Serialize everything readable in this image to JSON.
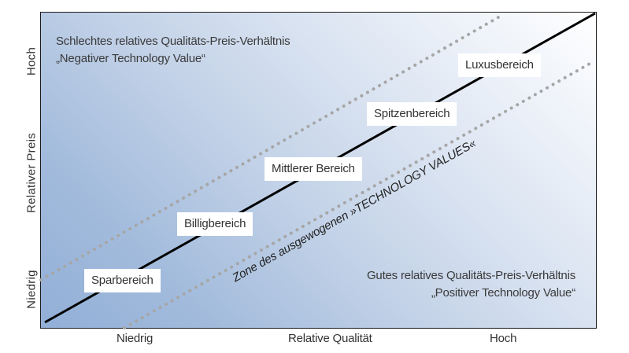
{
  "chart_data": {
    "type": "diagram",
    "title": "",
    "xlabel": "Relative Qualität",
    "ylabel": "Relativer Preis",
    "x_ticks": [
      "Niedrig",
      "Hoch"
    ],
    "y_ticks": [
      "Niedrig",
      "Hoch"
    ],
    "regions": {
      "upper_left": {
        "line1": "Schlechtes relatives Qualitäts-Preis-Verhältnis",
        "line2": "„Negativer Technology Value“"
      },
      "lower_right": {
        "line1": "Gutes relatives Qualitäts-Preis-Verhältnis",
        "line2": "„Positiver Technology Value“"
      }
    },
    "diagonal_segments": [
      "Sparbereich",
      "Billigbereich",
      "Mittlerer Bereich",
      "Spitzenbereich",
      "Luxusbereich"
    ],
    "zone_label": "Zone des ausgewogenen »TECHNOLOGY VALUES«",
    "lines": [
      {
        "name": "balanced-diagonal",
        "style": "solid",
        "color": "#000000"
      },
      {
        "name": "upper-boundary",
        "style": "dotted",
        "color": "#a6a6a6"
      },
      {
        "name": "lower-boundary",
        "style": "dotted",
        "color": "#a6a6a6"
      }
    ]
  },
  "axes": {
    "x": {
      "title": "Relative Qualität",
      "low": "Niedrig",
      "high": "Hoch"
    },
    "y": {
      "title": "Relativer Preis",
      "low": "Niedrig",
      "high": "Hoch"
    }
  },
  "regions": {
    "negative": {
      "line1": "Schlechtes relatives Qualitäts-Preis-Verhältnis",
      "line2": "„Negativer Technology Value“"
    },
    "positive": {
      "line1": "Gutes relatives Qualitäts-Preis-Verhältnis",
      "line2": "„Positiver Technology Value“"
    }
  },
  "segments": [
    {
      "label": "Sparbereich"
    },
    {
      "label": "Billigbereich"
    },
    {
      "label": "Mittlerer Bereich"
    },
    {
      "label": "Spitzenbereich"
    },
    {
      "label": "Luxusbereich"
    }
  ],
  "zone": {
    "label": "Zone des ausgewogenen »TECHNOLOGY VALUES«"
  },
  "colors": {
    "background_dark": "#93afd7",
    "background_light": "#ffffff",
    "diagonal": "#000000",
    "dotted": "#a6a6a6",
    "frame": "#1a1a1a"
  }
}
